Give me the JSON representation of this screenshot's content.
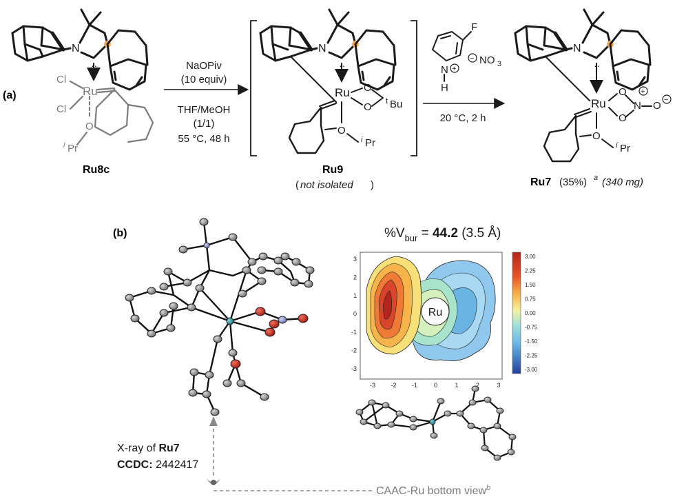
{
  "panel_a_label": "(a)",
  "panel_b_label": "(b)",
  "step1": {
    "reagent": "NaOPiv",
    "equiv": "(10 equiv)",
    "solvent": "THF/MeOH",
    "ratio": "(1/1)",
    "conditions": "55 °C, 48 h"
  },
  "step2": {
    "conditions": "20 °C, 2 h",
    "salt_F": "F",
    "salt_N": "N",
    "salt_H": "H",
    "salt_anion": "NO",
    "salt_anion_sub": "3"
  },
  "compounds": {
    "ru8c": {
      "name": "Ru8c",
      "cl1": "Cl",
      "cl2": "Cl",
      "ru": "Ru",
      "o": "O",
      "ipr": "Pr",
      "ipr_sup": "i",
      "n": "N"
    },
    "ru9": {
      "name": "Ru9",
      "note": "not isolated",
      "ru": "Ru",
      "o1": "O",
      "o2": "O",
      "o3": "O",
      "tbu": "Bu",
      "tbu_sup": "t",
      "ipr": "Pr",
      "ipr_sup": "i",
      "n": "N"
    },
    "ru7": {
      "name": "Ru7",
      "yield": "(35%)",
      "yield_sup": "a",
      "mass": "(340 mg)",
      "ru": "Ru",
      "o1": "O",
      "o2": "O",
      "o3": "O",
      "o4": "O",
      "no2n": "N",
      "o": "O",
      "ipr": "Pr",
      "ipr_sup": "i",
      "n": "N"
    }
  },
  "vbur": {
    "prefix": "%V",
    "sub": "bur",
    "eq": " = ",
    "value": "44.2",
    "radius": "(3.5 Å)"
  },
  "steric_map": {
    "center_label": "Ru",
    "x_ticks": [
      "-3",
      "-2",
      "-1",
      "0",
      "1",
      "2",
      "3"
    ],
    "y_ticks": [
      "3",
      "2",
      "1",
      "0",
      "-1",
      "-2",
      "-3"
    ],
    "colorbar_ticks": [
      "3.00",
      "2.25",
      "1.50",
      "0.75",
      "0.00",
      "-0.75",
      "-1.50",
      "-2.25",
      "-3.00"
    ]
  },
  "xray": {
    "line1": "X-ray of ",
    "line1_bold": "Ru7",
    "line2_bold": "CCDC:",
    "line2": " 2442417"
  },
  "bottom_view": {
    "label": "CAAC-Ru bottom view",
    "sup": "b"
  },
  "colors": {
    "ink": "#1a1a1a",
    "grey": "#7a7a7a",
    "quaternary_c": "#f2a65a",
    "oxygen": "#c0281c",
    "nitrogen": "#8a8fd6",
    "ruthenium": "#2a8f96",
    "carbon_atom": "#9a9a9a"
  }
}
